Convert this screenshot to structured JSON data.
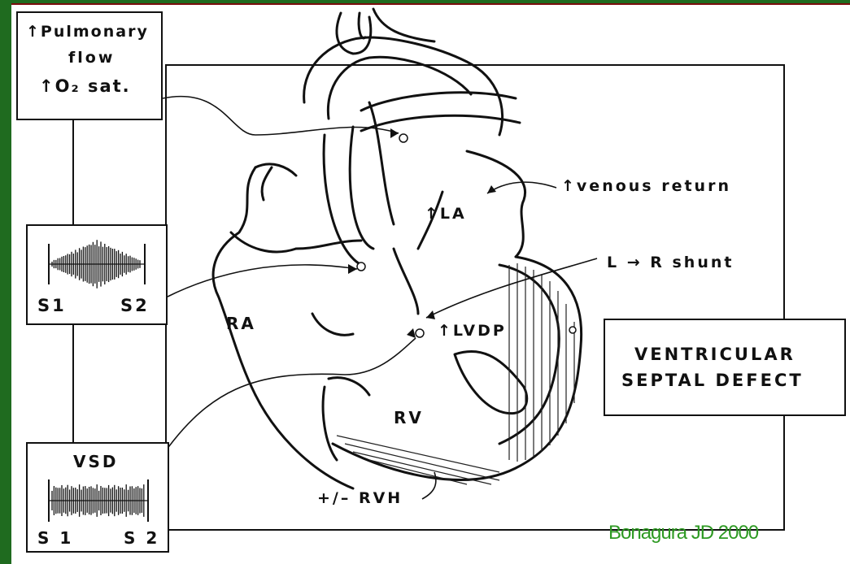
{
  "boxes": {
    "pulmonary": {
      "line1": "↑Pulmonary",
      "line2": "flow",
      "line3": "↑O₂ sat."
    },
    "murmur_top": {
      "s1": "S1",
      "s2": "S2"
    },
    "murmur_bottom": {
      "title": "VSD",
      "s1": "S 1",
      "s2": "S 2"
    },
    "title_box": {
      "line1": "VENTRICULAR",
      "line2": "SEPTAL DEFECT"
    }
  },
  "labels": {
    "venous_return": "↑venous return",
    "la": "↑LA",
    "shunt": "L → R shunt",
    "lvdp": "↑LVDP",
    "ra": "RA",
    "rv": "RV",
    "rvh": "+/– RVH"
  },
  "credit": "Bonagura JD 2000",
  "colors": {
    "frame": "#7a0c0c",
    "frame_accent": "#1f6b1f",
    "credit": "#2e9a23"
  }
}
